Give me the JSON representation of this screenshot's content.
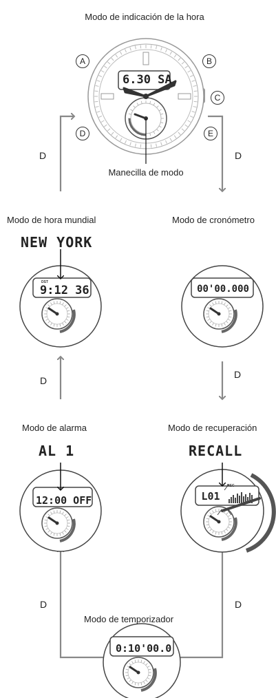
{
  "main_mode": {
    "label": "Modo de indicación de la hora",
    "display": "6.30 SA",
    "buttons": [
      "A",
      "B",
      "C",
      "D",
      "E"
    ],
    "hand_label": "Manecilla de modo"
  },
  "arrow_label": "D",
  "modes": {
    "world_time": {
      "label": "Modo de hora mundial",
      "display_text": "NEW YORK",
      "lcd": "9:12 36",
      "badge": "DST"
    },
    "stopwatch": {
      "label": "Modo de cronómetro",
      "lcd": "00'00.000"
    },
    "alarm": {
      "label": "Modo de alarma",
      "display_text": "AL 1",
      "lcd": "12:00 OFF"
    },
    "recall": {
      "label": "Modo de recuperación",
      "display_text": "RECALL",
      "lcd": "L01",
      "badge": "REC"
    },
    "timer": {
      "label": "Modo de temporizador",
      "lcd": "0:10'00.0"
    }
  }
}
